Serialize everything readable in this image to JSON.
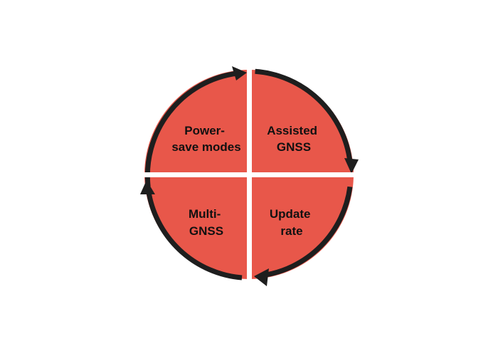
{
  "diagram": {
    "colors": {
      "fill": "#E8574A",
      "ring": "#1E1E1E",
      "divider": "#FFFFFF",
      "text": "#111111"
    },
    "quadrants": [
      {
        "id": "top-left",
        "lines": [
          "Power-",
          "save modes"
        ]
      },
      {
        "id": "top-right",
        "lines": [
          "Assisted",
          "GNSS"
        ]
      },
      {
        "id": "bottom-right",
        "lines": [
          "Update",
          "rate"
        ]
      },
      {
        "id": "bottom-left",
        "lines": [
          "Multi-",
          "GNSS"
        ]
      }
    ]
  }
}
